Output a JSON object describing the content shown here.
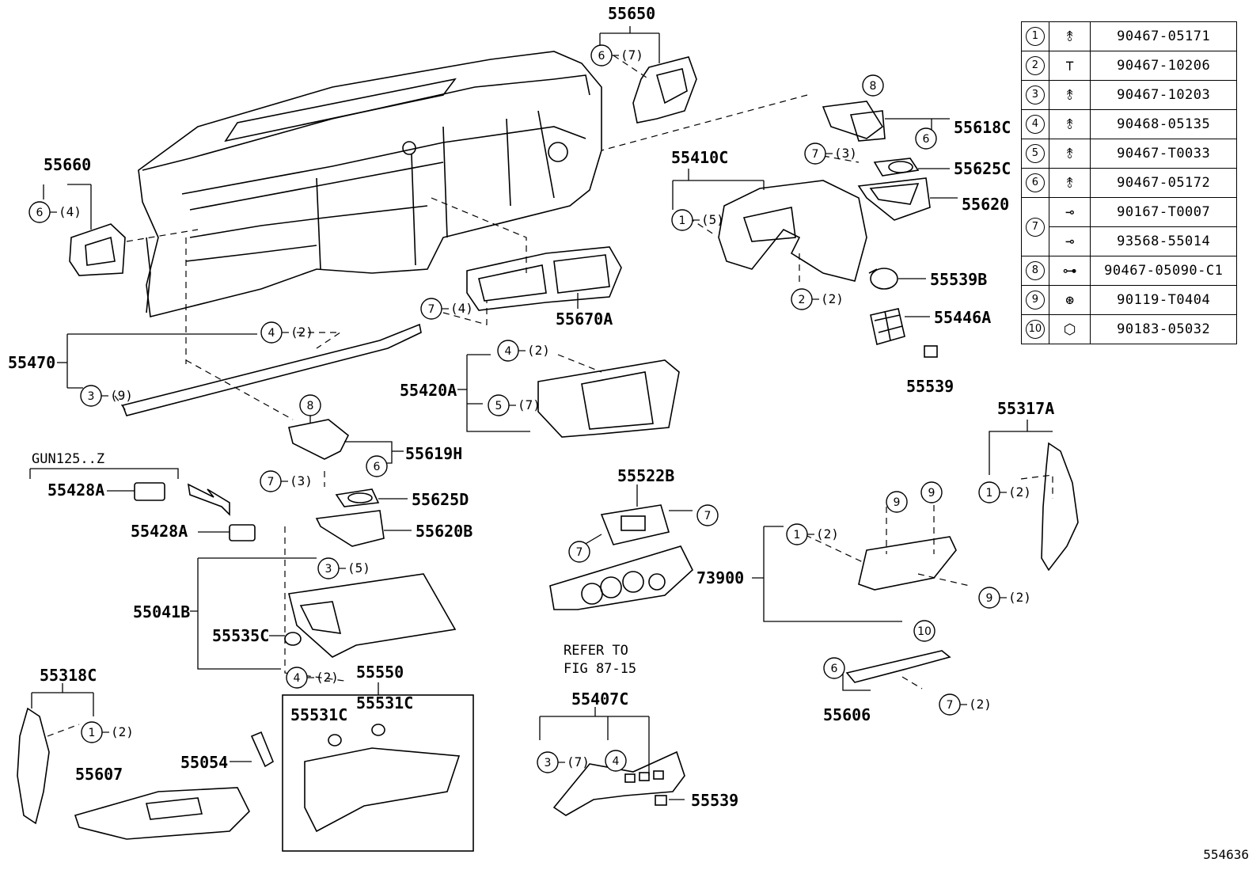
{
  "labels": [
    {
      "id": "l-55650",
      "text": "55650"
    },
    {
      "id": "l-55660",
      "text": "55660"
    },
    {
      "id": "l-55618C",
      "text": "55618C"
    },
    {
      "id": "l-55410C",
      "text": "55410C"
    },
    {
      "id": "l-55625C",
      "text": "55625C"
    },
    {
      "id": "l-55620",
      "text": "55620"
    },
    {
      "id": "l-55539B",
      "text": "55539B"
    },
    {
      "id": "l-55670A",
      "text": "55670A"
    },
    {
      "id": "l-55446A",
      "text": "55446A"
    },
    {
      "id": "l-55470",
      "text": "55470"
    },
    {
      "id": "l-55539a",
      "text": "55539"
    },
    {
      "id": "l-55420A",
      "text": "55420A"
    },
    {
      "id": "l-55317A",
      "text": "55317A"
    },
    {
      "id": "l-55619H",
      "text": "55619H"
    },
    {
      "id": "l-55428A-1",
      "text": "55428A"
    },
    {
      "id": "l-55625D",
      "text": "55625D"
    },
    {
      "id": "l-55522B",
      "text": "55522B"
    },
    {
      "id": "l-55428A-2",
      "text": "55428A"
    },
    {
      "id": "l-55620B",
      "text": "55620B"
    },
    {
      "id": "l-73900",
      "text": "73900"
    },
    {
      "id": "l-55041B",
      "text": "55041B"
    },
    {
      "id": "l-55535C",
      "text": "55535C"
    },
    {
      "id": "l-55318C",
      "text": "55318C"
    },
    {
      "id": "l-55550",
      "text": "55550"
    },
    {
      "id": "l-55606",
      "text": "55606"
    },
    {
      "id": "l-55531C-1",
      "text": "55531C"
    },
    {
      "id": "l-55531C-2",
      "text": "55531C"
    },
    {
      "id": "l-55407C",
      "text": "55407C"
    },
    {
      "id": "l-55054",
      "text": "55054"
    },
    {
      "id": "l-55607",
      "text": "55607"
    },
    {
      "id": "l-55539b",
      "text": "55539"
    }
  ],
  "notes": {
    "variant": "GUN125..Z",
    "refer_line1": "REFER TO",
    "refer_line2": "FIG 87-15",
    "figure_number": "554636"
  },
  "callouts": [
    {
      "id": "c1",
      "num": "6",
      "qty": "(7)"
    },
    {
      "id": "c2",
      "num": "8",
      "qty": ""
    },
    {
      "id": "c3",
      "num": "6",
      "qty": ""
    },
    {
      "id": "c4",
      "num": "7",
      "qty": "(3)"
    },
    {
      "id": "c5",
      "num": "6",
      "qty": "(4)"
    },
    {
      "id": "c6",
      "num": "1",
      "qty": "(5)"
    },
    {
      "id": "c7",
      "num": "2",
      "qty": "(2)"
    },
    {
      "id": "c8",
      "num": "7",
      "qty": "(4)"
    },
    {
      "id": "c9",
      "num": "4",
      "qty": "(2)"
    },
    {
      "id": "c10",
      "num": "3",
      "qty": "(9)"
    },
    {
      "id": "c11",
      "num": "4",
      "qty": "(2)"
    },
    {
      "id": "c12",
      "num": "5",
      "qty": "(7)"
    },
    {
      "id": "c13",
      "num": "8",
      "qty": ""
    },
    {
      "id": "c14",
      "num": "6",
      "qty": ""
    },
    {
      "id": "c15",
      "num": "7",
      "qty": "(3)"
    },
    {
      "id": "c16",
      "num": "1",
      "qty": "(2)"
    },
    {
      "id": "c17",
      "num": "9",
      "qty": ""
    },
    {
      "id": "c18",
      "num": "9",
      "qty": ""
    },
    {
      "id": "c19",
      "num": "7",
      "qty": ""
    },
    {
      "id": "c20",
      "num": "7",
      "qty": ""
    },
    {
      "id": "c21",
      "num": "1",
      "qty": "(2)"
    },
    {
      "id": "c22",
      "num": "3",
      "qty": "(5)"
    },
    {
      "id": "c23",
      "num": "9",
      "qty": "(2)"
    },
    {
      "id": "c24",
      "num": "10",
      "qty": ""
    },
    {
      "id": "c25",
      "num": "4",
      "qty": "(2)"
    },
    {
      "id": "c26",
      "num": "1",
      "qty": "(2)"
    },
    {
      "id": "c27",
      "num": "6",
      "qty": ""
    },
    {
      "id": "c28",
      "num": "7",
      "qty": "(2)"
    },
    {
      "id": "c29",
      "num": "3",
      "qty": "(7)"
    },
    {
      "id": "c30",
      "num": "4",
      "qty": ""
    }
  ],
  "legend": [
    {
      "num": "1",
      "icon": "clip-icon",
      "pn": "90467-05171"
    },
    {
      "num": "2",
      "icon": "push-rivet-icon",
      "pn": "90467-10206"
    },
    {
      "num": "3",
      "icon": "clip-icon",
      "pn": "90467-10203"
    },
    {
      "num": "4",
      "icon": "clip-icon",
      "pn": "90468-05135"
    },
    {
      "num": "5",
      "icon": "clip-icon",
      "pn": "90467-T0033"
    },
    {
      "num": "6",
      "icon": "clip-icon",
      "pn": "90467-05172"
    },
    {
      "num": "7",
      "icon": "screw-icon",
      "pn": "90167-T0007",
      "sub_pn": "93568-55014"
    },
    {
      "num": "8",
      "icon": "grommet-icon",
      "pn": "90467-05090-C1"
    },
    {
      "num": "9",
      "icon": "bolt-icon",
      "pn": "90119-T0404"
    },
    {
      "num": "10",
      "icon": "nut-icon",
      "pn": "90183-05032"
    }
  ]
}
